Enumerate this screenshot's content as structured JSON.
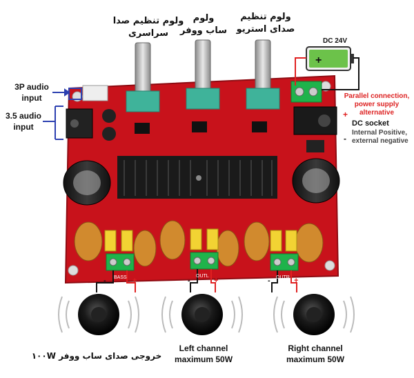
{
  "knobs": [
    {
      "title_fa": "ولوم تنظیم صدا",
      "sub_fa": "سراسری"
    },
    {
      "title_fa": "ولوم",
      "sub_fa": "ساب ووفر"
    },
    {
      "title_fa": "ولوم تنظیم",
      "sub_fa": "صدای استریو"
    }
  ],
  "inputs": {
    "aux_3p": "3P audio input",
    "aux_35": "3.5 audio input"
  },
  "power": {
    "battery_label": "DC 24V",
    "parallel_note": "Parallel connection, power supply alternative",
    "dc_socket_title": "DC socket",
    "dc_socket_detail": "Internal Positive, external negative",
    "plus_sign": "+",
    "minus_sign": "-"
  },
  "outputs": [
    {
      "line1": "خروجی صدای ساب ووفر ۱۰۰W",
      "line2": ""
    },
    {
      "line1": "Left channel",
      "line2": "maximum 50W"
    },
    {
      "line1": "Right channel",
      "line2": "maximum 50W"
    }
  ],
  "board_terminals": [
    "BASS",
    "OUTL",
    "OUTR"
  ],
  "colors": {
    "board": "#c8121b",
    "heatsink": "#1a1a1a",
    "pot_green": "#3fb39a",
    "wire_red": "#e02020",
    "arrow_blue": "#2b3fb0"
  }
}
